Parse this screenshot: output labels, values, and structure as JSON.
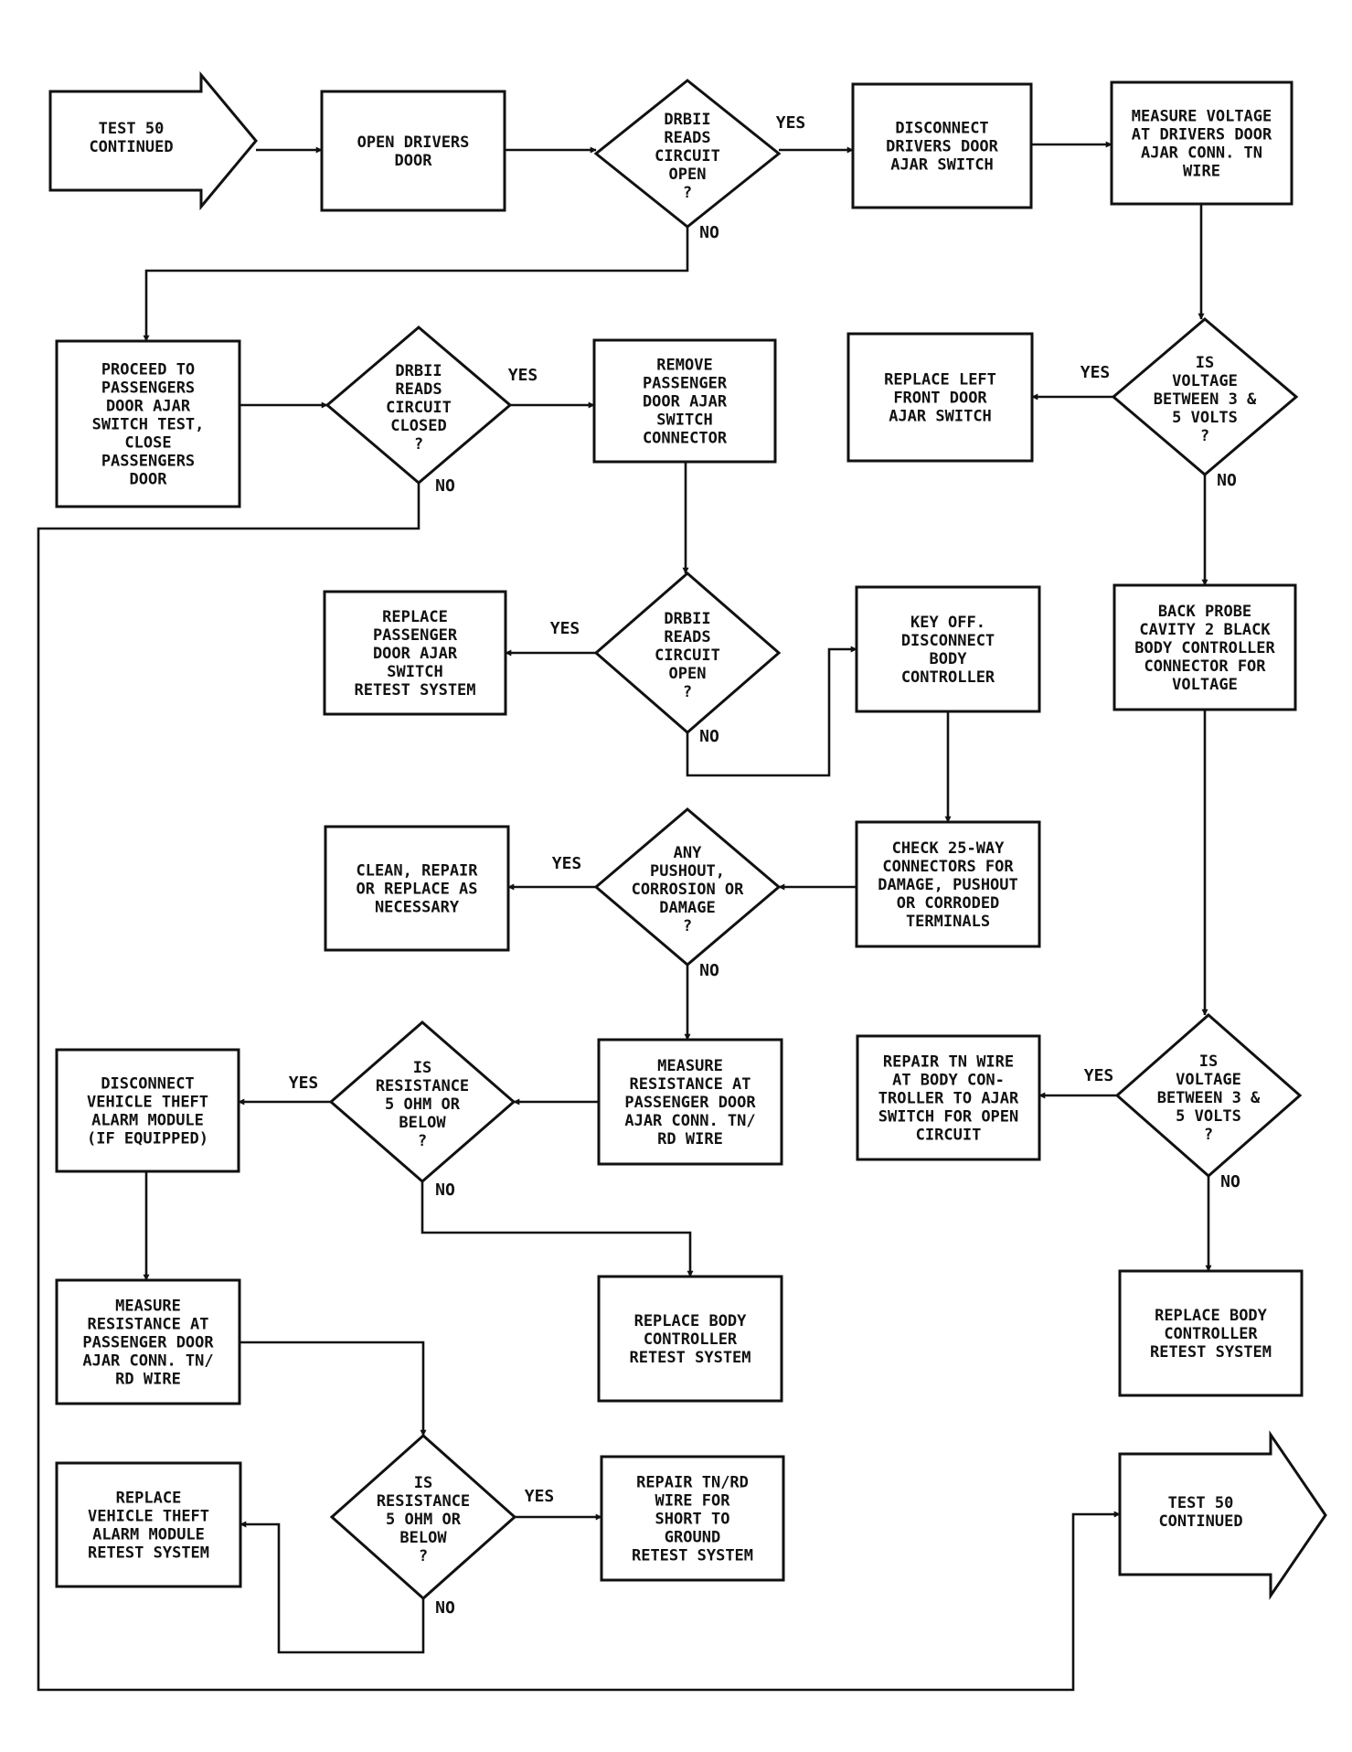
{
  "diagram": {
    "nodes": [
      {
        "id": "test50_start",
        "type": "arrow",
        "lines": [
          "TEST 50",
          "CONTINUED"
        ]
      },
      {
        "id": "open_drivers_door",
        "type": "box",
        "lines": [
          "OPEN DRIVERS",
          "DOOR"
        ]
      },
      {
        "id": "d1_reads_open",
        "type": "decision",
        "lines": [
          "DRBII",
          "READS",
          "CIRCUIT",
          "OPEN",
          "?"
        ]
      },
      {
        "id": "disconnect_drivers_switch",
        "type": "box",
        "lines": [
          "DISCONNECT",
          "DRIVERS DOOR",
          "AJAR SWITCH"
        ]
      },
      {
        "id": "measure_voltage_drivers",
        "type": "box",
        "lines": [
          "MEASURE VOLTAGE",
          "AT DRIVERS DOOR",
          "AJAR CONN. TN",
          "WIRE"
        ]
      },
      {
        "id": "proceed_passengers",
        "type": "box",
        "lines": [
          "PROCEED TO",
          "PASSENGERS",
          "DOOR AJAR",
          "SWITCH TEST,",
          "CLOSE",
          "PASSENGERS",
          "DOOR"
        ]
      },
      {
        "id": "d2_reads_closed",
        "type": "decision",
        "lines": [
          "DRBII",
          "READS",
          "CIRCUIT",
          "CLOSED",
          "?"
        ]
      },
      {
        "id": "remove_passenger_connector",
        "type": "box",
        "lines": [
          "REMOVE",
          "PASSENGER",
          "DOOR AJAR",
          "SWITCH",
          "CONNECTOR"
        ]
      },
      {
        "id": "replace_left_front",
        "type": "box",
        "lines": [
          "REPLACE LEFT",
          "FRONT DOOR",
          "AJAR SWITCH"
        ]
      },
      {
        "id": "d3_voltage",
        "type": "decision",
        "lines": [
          "IS",
          "VOLTAGE",
          "BETWEEN 3 &",
          "5 VOLTS",
          "?"
        ]
      },
      {
        "id": "replace_passenger_switch",
        "type": "box",
        "lines": [
          "REPLACE",
          "PASSENGER",
          "DOOR AJAR",
          "SWITCH",
          "RETEST SYSTEM"
        ]
      },
      {
        "id": "d4_reads_open",
        "type": "decision",
        "lines": [
          "DRBII",
          "READS",
          "CIRCUIT",
          "OPEN",
          "?"
        ]
      },
      {
        "id": "key_off",
        "type": "box",
        "lines": [
          "KEY OFF.",
          "DISCONNECT",
          "BODY",
          "CONTROLLER"
        ]
      },
      {
        "id": "back_probe",
        "type": "box",
        "lines": [
          "BACK PROBE",
          "CAVITY 2 BLACK",
          "BODY CONTROLLER",
          "CONNECTOR FOR",
          "VOLTAGE"
        ]
      },
      {
        "id": "clean_repair",
        "type": "box",
        "lines": [
          "CLEAN, REPAIR",
          "OR REPLACE AS",
          "NECESSARY"
        ]
      },
      {
        "id": "d5_pushout",
        "type": "decision",
        "lines": [
          "ANY",
          "PUSHOUT,",
          "CORROSION OR",
          "DAMAGE",
          "?"
        ]
      },
      {
        "id": "check_25way",
        "type": "box",
        "lines": [
          "CHECK 25-WAY",
          "CONNECTORS FOR",
          "DAMAGE, PUSHOUT",
          "OR CORRODED",
          "TERMINALS"
        ]
      },
      {
        "id": "disconnect_vta",
        "type": "box",
        "lines": [
          "DISCONNECT",
          "VEHICLE THEFT",
          "ALARM MODULE",
          "(IF EQUIPPED)"
        ]
      },
      {
        "id": "d6_resistance",
        "type": "decision",
        "lines": [
          "IS",
          "RESISTANCE",
          "5 OHM OR",
          "BELOW",
          "?"
        ]
      },
      {
        "id": "measure_resistance_1",
        "type": "box",
        "lines": [
          "MEASURE",
          "RESISTANCE AT",
          "PASSENGER DOOR",
          "AJAR CONN. TN/",
          "RD WIRE"
        ]
      },
      {
        "id": "repair_tn_wire",
        "type": "box",
        "lines": [
          "REPAIR TN WIRE",
          "AT BODY CON-",
          "TROLLER TO AJAR",
          "SWITCH FOR OPEN",
          "CIRCUIT"
        ]
      },
      {
        "id": "d7_voltage",
        "type": "decision",
        "lines": [
          "IS",
          "VOLTAGE",
          "BETWEEN 3 &",
          "5 VOLTS",
          "?"
        ]
      },
      {
        "id": "replace_body_ctrl_1",
        "type": "box",
        "lines": [
          "REPLACE BODY",
          "CONTROLLER",
          "RETEST SYSTEM"
        ]
      },
      {
        "id": "replace_body_ctrl_2",
        "type": "box",
        "lines": [
          "REPLACE BODY",
          "CONTROLLER",
          "RETEST SYSTEM"
        ]
      },
      {
        "id": "measure_resistance_2",
        "type": "box",
        "lines": [
          "MEASURE",
          "RESISTANCE AT",
          "PASSENGER DOOR",
          "AJAR CONN. TN/",
          "RD WIRE"
        ]
      },
      {
        "id": "replace_vta",
        "type": "box",
        "lines": [
          "REPLACE",
          "VEHICLE THEFT",
          "ALARM MODULE",
          "RETEST SYSTEM"
        ]
      },
      {
        "id": "d8_resistance",
        "type": "decision",
        "lines": [
          "IS",
          "RESISTANCE",
          "5 OHM OR",
          "BELOW",
          "?"
        ]
      },
      {
        "id": "repair_tnrd",
        "type": "box",
        "lines": [
          "REPAIR TN/RD",
          "WIRE FOR",
          "SHORT TO",
          "GROUND",
          "RETEST SYSTEM"
        ]
      },
      {
        "id": "test50_end",
        "type": "arrow",
        "lines": [
          "TEST 50",
          "CONTINUED"
        ]
      }
    ],
    "edge_labels": [
      {
        "id": "d1_yes",
        "text": "YES"
      },
      {
        "id": "d1_no",
        "text": "NO"
      },
      {
        "id": "d2_yes",
        "text": "YES"
      },
      {
        "id": "d2_no",
        "text": "NO"
      },
      {
        "id": "d3_yes",
        "text": "YES"
      },
      {
        "id": "d3_no",
        "text": "NO"
      },
      {
        "id": "d4_yes",
        "text": "YES"
      },
      {
        "id": "d4_no",
        "text": "NO"
      },
      {
        "id": "d5_yes",
        "text": "YES"
      },
      {
        "id": "d5_no",
        "text": "NO"
      },
      {
        "id": "d6_yes",
        "text": "YES"
      },
      {
        "id": "d6_no",
        "text": "NO"
      },
      {
        "id": "d7_yes",
        "text": "YES"
      },
      {
        "id": "d7_no",
        "text": "NO"
      },
      {
        "id": "d8_yes",
        "text": "YES"
      },
      {
        "id": "d8_no",
        "text": "NO"
      }
    ]
  }
}
